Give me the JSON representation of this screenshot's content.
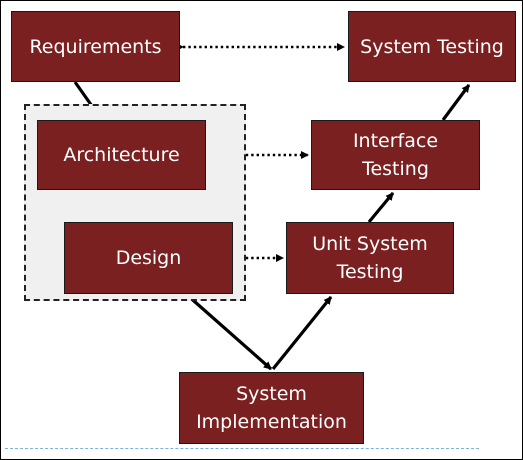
{
  "diagram": {
    "colors": {
      "node_fill": "#7a2020",
      "node_border": "#1a1a1a",
      "node_text": "#ffffff",
      "arrow": "#000000",
      "group_fill": "#f0f0f0"
    },
    "nodes": {
      "requirements": "Requirements",
      "architecture": "Architecture",
      "design": "Design",
      "implementation": "System\nImplementation",
      "unit_testing": "Unit System\nTesting",
      "interface_testing": "Interface\nTesting",
      "system_testing": "System Testing"
    },
    "flow_edges": [
      [
        "requirements",
        "architecture"
      ],
      [
        "architecture",
        "design"
      ],
      [
        "design",
        "implementation"
      ],
      [
        "implementation",
        "unit_testing"
      ],
      [
        "unit_testing",
        "interface_testing"
      ],
      [
        "interface_testing",
        "system_testing"
      ]
    ],
    "verification_links": [
      [
        "requirements",
        "system_testing"
      ],
      [
        "architecture",
        "interface_testing"
      ],
      [
        "design",
        "unit_testing"
      ]
    ]
  }
}
